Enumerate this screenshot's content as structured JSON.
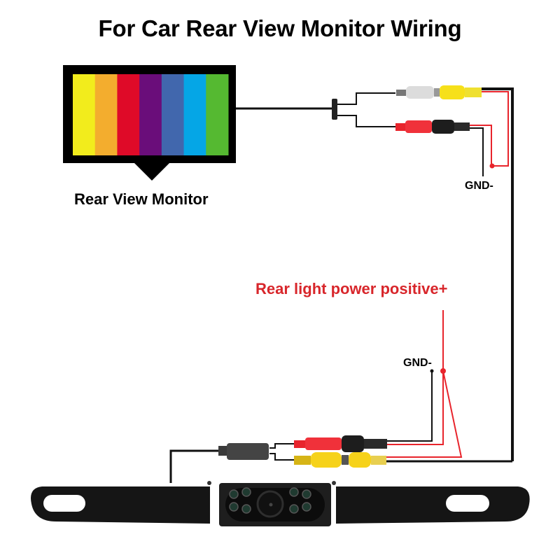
{
  "title": "For Car Rear View Monitor Wiring",
  "monitor": {
    "label": "Rear View Monitor",
    "color_bars": [
      "#f2ec1c",
      "#f3ad2e",
      "#df0a28",
      "#6a0d7a",
      "#4167ad",
      "#05a6e6",
      "#55b931"
    ]
  },
  "labels": {
    "gnd_monitor": "GND-",
    "gnd_camera": "GND-",
    "rear_light_power": "Rear light power positive+"
  },
  "colors": {
    "wire_black": "#111111",
    "wire_red": "#e8242c",
    "label_red": "#d8262b",
    "rca_yellow": "#f6d21a",
    "rca_red": "#f0313a",
    "rca_white": "#dcdcdc",
    "camera_body": "#1a1a1a"
  },
  "camera": {
    "led_count": 8,
    "icon": "license-plate-camera-icon"
  }
}
